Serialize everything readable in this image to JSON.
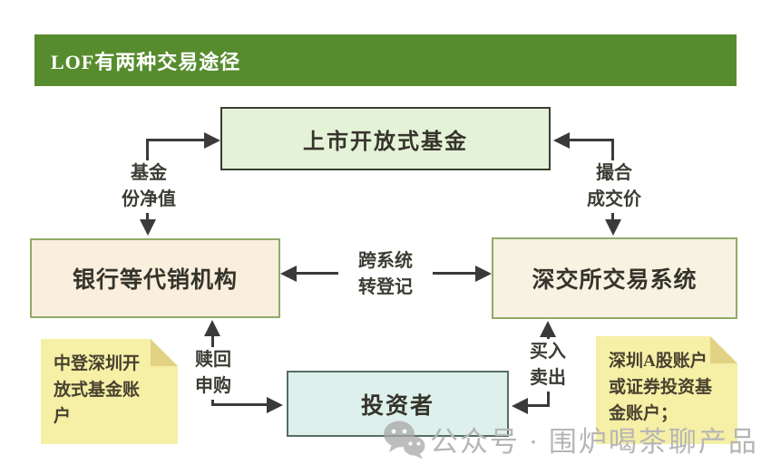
{
  "header": {
    "title": "LOF有两种交易途径"
  },
  "colors": {
    "header_green": "#578c2e",
    "fund_fill": "#e4f2d8",
    "bank_fill": "#faeedd",
    "exchange_fill": "#f8f2e2",
    "investor_fill": "#def0ec",
    "green_border": "#90aa68",
    "note_yellow": "#f6efa6",
    "note_fold": "#e2d283",
    "arrow": "#3a3a3a",
    "watermark_gray": "#b6b6b6"
  },
  "nodes": {
    "fund": {
      "label": "上市开放式基金"
    },
    "bank": {
      "label": "银行等代销机构"
    },
    "exchange": {
      "label": "深交所交易系统"
    },
    "investor": {
      "label": "投资者"
    }
  },
  "edges": {
    "fund_nav": {
      "label": "基金\n份净值",
      "connects": [
        "银行等代销机构",
        "上市开放式基金"
      ],
      "bidirectional": true
    },
    "matched_price": {
      "label": "撮合\n成交价",
      "connects": [
        "深交所交易系统",
        "上市开放式基金"
      ],
      "bidirectional": true
    },
    "cross_system": {
      "label": "跨系统\n转登记",
      "connects": [
        "银行等代销机构",
        "深交所交易系统"
      ],
      "bidirectional": true
    },
    "redeem_subscribe": {
      "label": "赎回\n申购",
      "connects": [
        "投资者",
        "银行等代销机构"
      ],
      "bidirectional": true
    },
    "buy_sell": {
      "label": "买入\n卖出",
      "connects": [
        "投资者",
        "深交所交易系统"
      ],
      "bidirectional": true
    }
  },
  "notes": {
    "left": {
      "text": "中登深圳开\n放式基金账\n户"
    },
    "right": {
      "text": "深圳A股账户\n或证券投资基\n金账户；"
    }
  },
  "watermark": {
    "icon": "wechat-icon",
    "text": "公众号 · 围炉喝茶聊产品"
  }
}
